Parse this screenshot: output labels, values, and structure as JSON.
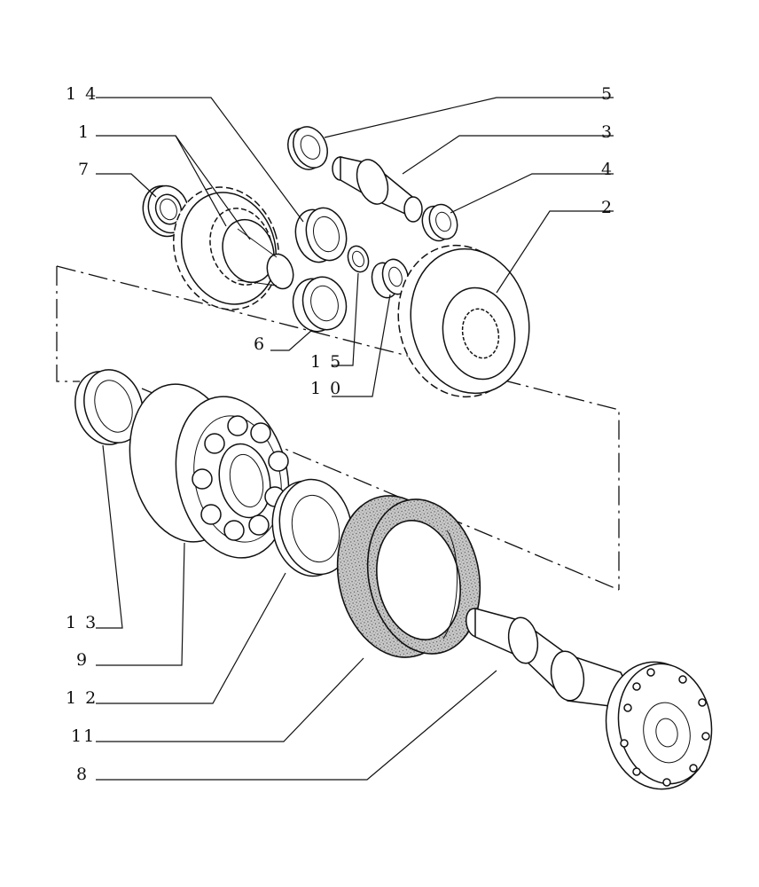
{
  "callouts": [
    {
      "id": "14",
      "text": "1 4"
    },
    {
      "id": "1",
      "text": "1"
    },
    {
      "id": "7",
      "text": "7"
    },
    {
      "id": "5",
      "text": "5"
    },
    {
      "id": "3",
      "text": "3"
    },
    {
      "id": "4",
      "text": "4"
    },
    {
      "id": "2",
      "text": "2"
    },
    {
      "id": "6",
      "text": "6"
    },
    {
      "id": "15",
      "text": "1 5"
    },
    {
      "id": "10",
      "text": "1 0"
    },
    {
      "id": "13",
      "text": "1 3"
    },
    {
      "id": "9",
      "text": "9"
    },
    {
      "id": "12",
      "text": "1 2"
    },
    {
      "id": "11",
      "text": "11"
    },
    {
      "id": "8",
      "text": "8"
    }
  ],
  "colors": {
    "ink": "#111111",
    "shaded": "#b8b8b8",
    "paper": "#ffffff"
  }
}
